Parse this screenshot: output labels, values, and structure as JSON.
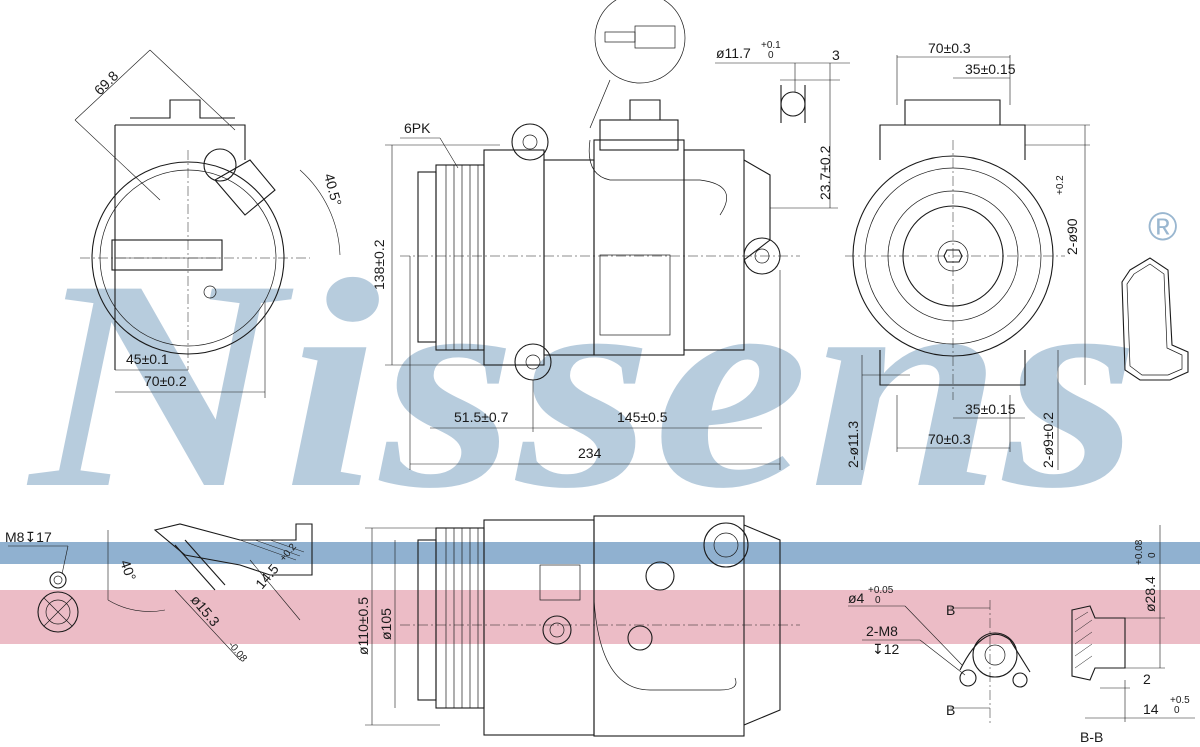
{
  "brand": {
    "watermark": "Nissens",
    "registered_mark": "®"
  },
  "colors": {
    "watermark": "#9ab7d0",
    "band_blue": "#7da3c8",
    "band_red": "#e6a5b3",
    "line": "#1a1a1a"
  },
  "dims": {
    "d69_8": "69.8",
    "d40_5": "40.5°",
    "d45": "45±0.1",
    "d70_side": "70±0.2",
    "pk": "6PK",
    "d138": "138±0.2",
    "d51_5": "51.5±0.7",
    "d145": "145±0.5",
    "d234": "234",
    "d11_7": "ø11.7",
    "d11_7_tol_up": "+0.1",
    "d11_7_tol_lo": "0",
    "d3": "3",
    "d23_7": "23.7±0.2",
    "d70_top": "70±0.3",
    "d35_top": "35±0.15",
    "d90": "2-ø90",
    "d90_tol": "+0.2",
    "d11_3": "2-ø11.3",
    "d9": "2-ø9±0.2",
    "d35_bot": "35±0.15",
    "d70_bot": "70±0.3",
    "m8": "M8↧17",
    "d40": "40°",
    "d15_3": "ø15.3",
    "d15_3_tol": "-0.08",
    "d14_5": "14.5",
    "d14_5_tol": "+0.2",
    "d110": "ø110±0.5",
    "d105": "ø105",
    "d4": "ø4",
    "d4_tol_up": "+0.05",
    "d4_tol_lo": "0",
    "m8b": "2-M8",
    "d12": "↧12",
    "bb": "B-B",
    "b_up": "B",
    "b_lo": "B",
    "d28_4": "ø28.4",
    "d28_4_tol_up": "+0.08",
    "d28_4_tol_lo": "0",
    "d2": "2",
    "d14": "14",
    "d14_tol_up": "+0.5",
    "d14_tol_lo": "0"
  }
}
